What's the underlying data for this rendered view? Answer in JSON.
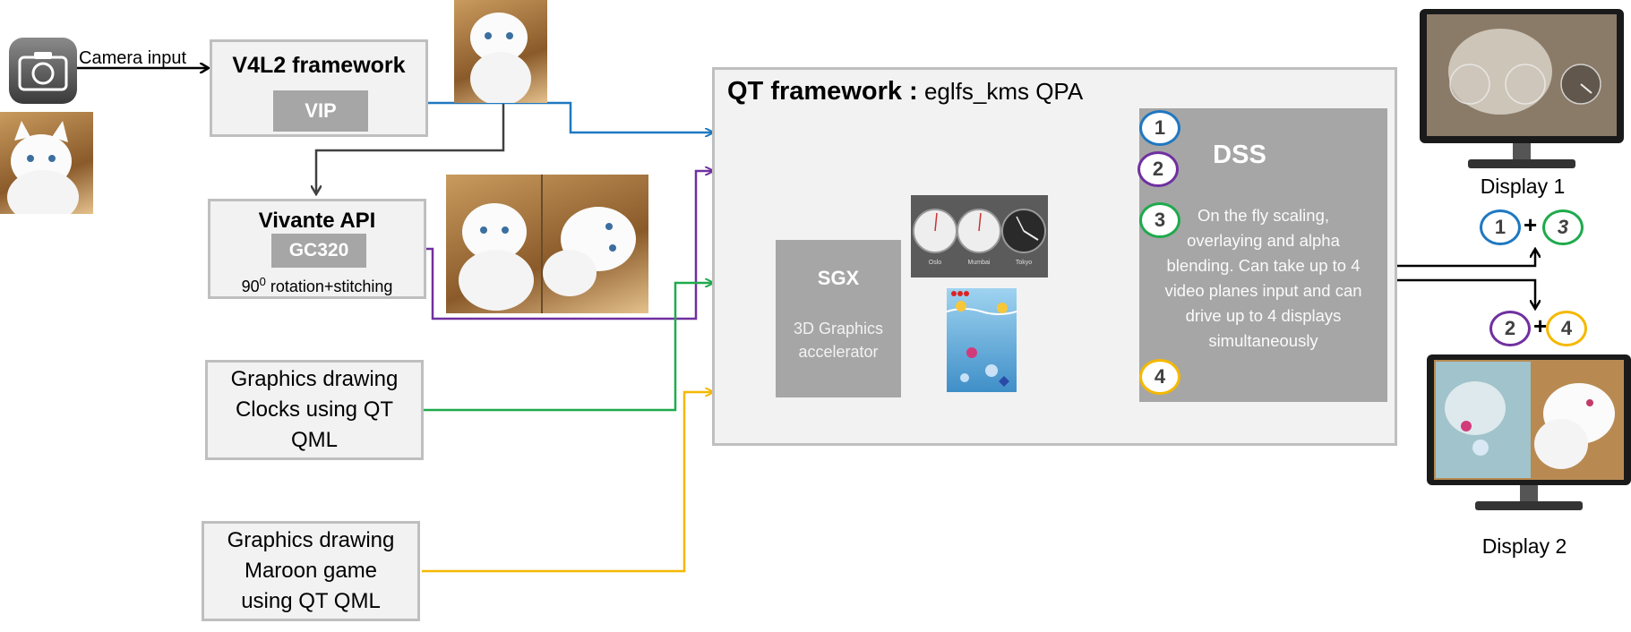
{
  "camera": {
    "label": "Camera input"
  },
  "v4l2": {
    "title": "V4L2 framework",
    "sub": "VIP"
  },
  "vivante": {
    "title": "Vivante API",
    "sub": "GC320",
    "caption_prefix": "90",
    "caption_sup": "0",
    "caption_rest": " rotation+stitching"
  },
  "clocks": {
    "lines": [
      "Graphics drawing",
      "Clocks using QT",
      "QML"
    ]
  },
  "maroon": {
    "lines": [
      "Graphics drawing",
      "Maroon game",
      "using QT QML"
    ]
  },
  "qt": {
    "title_bold": "QT framework :",
    "title_rest": " eglfs_kms QPA"
  },
  "sgx": {
    "title": "SGX",
    "desc_lines": [
      "3D Graphics",
      "accelerator"
    ]
  },
  "dss": {
    "title": "DSS",
    "desc_lines": [
      "On the fly scaling,",
      "overlaying and alpha",
      "blending. Can take  up to 4",
      "video planes input and can",
      "drive up to  4 displays",
      "simultaneously"
    ]
  },
  "planes": [
    "1",
    "2",
    "3",
    "4"
  ],
  "display1": {
    "label": "Display 1",
    "combo": [
      "1",
      "+",
      "3"
    ]
  },
  "display2": {
    "label": "Display 2",
    "combo": [
      "2",
      "+",
      "4"
    ]
  },
  "clock_labels": [
    "Oslo",
    "Mumbai",
    "Tokyo"
  ],
  "colors": {
    "blue": "#1f78c1",
    "purple": "#7030a0",
    "green": "#1faa4c",
    "yellow": "#f5b800",
    "dark": "#404040",
    "box_fill": "#f2f2f2",
    "box_border": "#bfbfbf",
    "grey_block": "#a6a6a6"
  },
  "icons": [
    "camera-icon",
    "kitten-photo",
    "clock-widget",
    "maroon-game-thumbnail",
    "monitor-icon"
  ]
}
